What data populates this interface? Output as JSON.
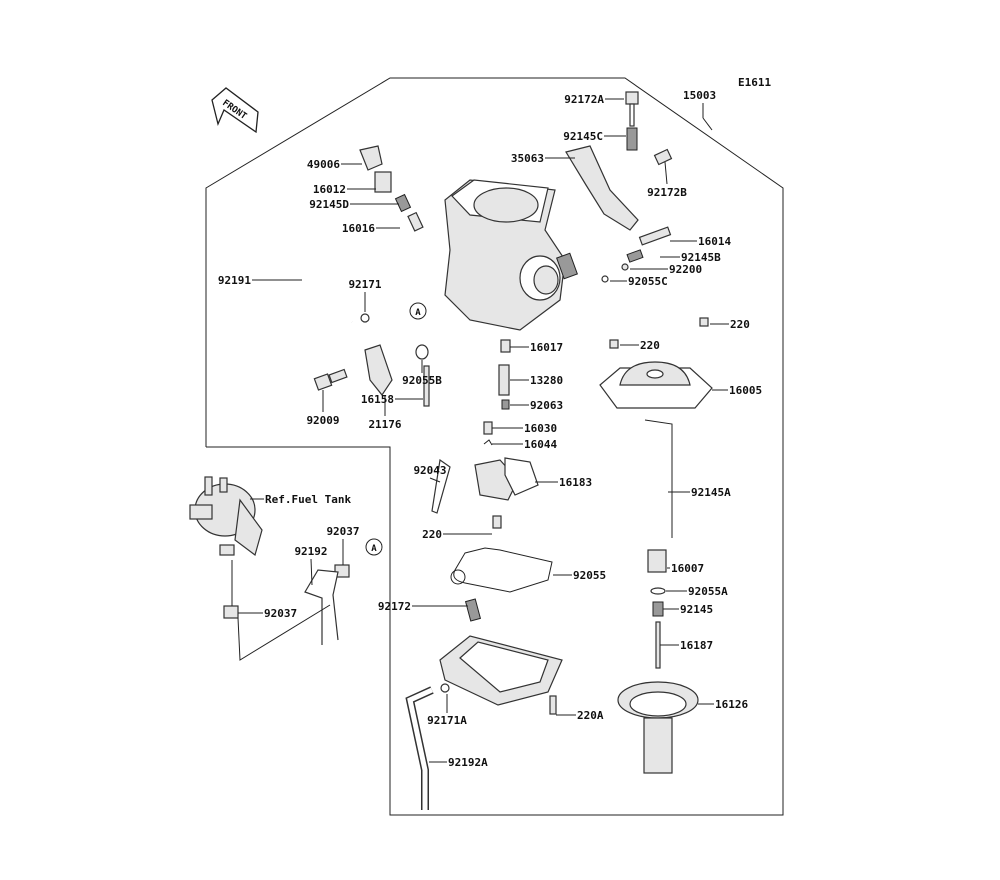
{
  "diagram_code": "E1611",
  "front_badge": "FRONT",
  "ref_circle": "A",
  "labels": [
    "92172A",
    "92145C",
    "35063",
    "92172B",
    "49006",
    "16012",
    "92145D",
    "16016",
    "16014",
    "92145B",
    "92200",
    "92055C",
    "92191",
    "92171",
    "220",
    "220",
    "16017",
    "16005",
    "92055B",
    "13280",
    "16158",
    "92063",
    "92009",
    "21176",
    "16030",
    "16044",
    "92043",
    "16183",
    "Ref.Fuel Tank",
    "92145A",
    "220",
    "92037",
    "92192",
    "16007",
    "92055",
    "92055A",
    "92037",
    "92172",
    "92145",
    "16187",
    "16126",
    "220A",
    "92171A",
    "92192A",
    "15003"
  ],
  "colors": {
    "line": "#222222",
    "part_fill": "#e6e6e6",
    "background": "#ffffff"
  }
}
